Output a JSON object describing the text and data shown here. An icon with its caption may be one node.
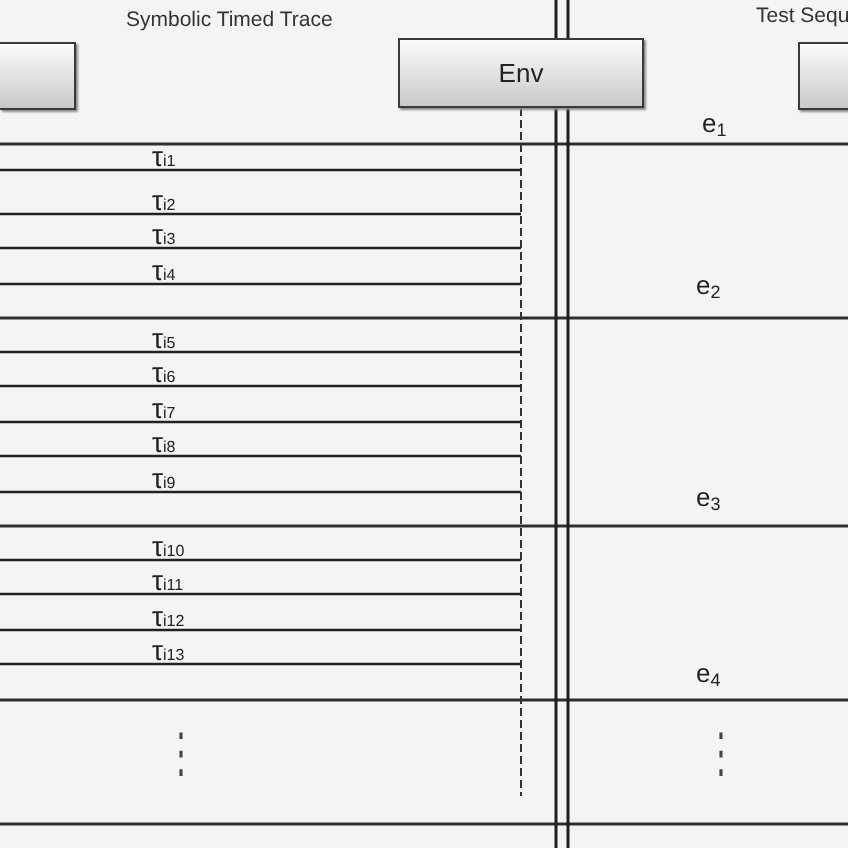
{
  "diagram": {
    "nodes": [
      {
        "text": [],
        "shape": "box"
      },
      {
        "text": [
          "Env"
        ]
      },
      {
        "text": [],
        "shape": "box"
      },
      {
        "text": [],
        "shape": "line"
      }
    ],
    "edges": [
      {
        "from": null,
        "to": 3,
        "arrow": "none",
        "label": "τ$_{i1}$"
      },
      {
        "from": null,
        "to": 3,
        "arrow": "none",
        "label": "τ$_{i2}$"
      },
      {
        "from": null,
        "to": 3,
        "arrow": "none",
        "label": "τ$_{i3}$"
      },
      {
        "from": null,
        "to": 3,
        "arrow": "none",
        "label": "τ$_{i4}$"
      },
      {
        "from": null,
        "to": 3,
        "arrow": "none",
        "label": "τ$_{i5}$"
      },
      {
        "from": null,
        "to": 3,
        "arrow": "none",
        "label": "τ$_{i6}$"
      },
      {
        "from": null,
        "to": 3,
        "arrow": "none",
        "label": "τ$_{i7}$"
      },
      {
        "from": null,
        "to": 3,
        "arrow": "none",
        "label": "τ$_{i8}$"
      },
      {
        "from": null,
        "to": 3,
        "arrow": "none",
        "label": "τ$_{i9}$"
      },
      {
        "from": null,
        "to": 3,
        "arrow": "none",
        "label": "τ$_{i10}$"
      },
      {
        "from": null,
        "to": 3,
        "arrow": "none",
        "label": "τ$_{i11}$"
      },
      {
        "from": null,
        "to": 3,
        "arrow": "none",
        "label": "τ$_{i12}$"
      },
      {
        "from": null,
        "to": 3,
        "arrow": "none",
        "label": "τ$_{i13}$"
      }
    ],
    "labels": [
      "Symbolic Timed Trace",
      "Test Sequ",
      "e$_{1}$",
      "e$_{2}$",
      "e$_{3}$",
      "e$_{4}$",
      "⋮",
      "⋮"
    ]
  }
}
